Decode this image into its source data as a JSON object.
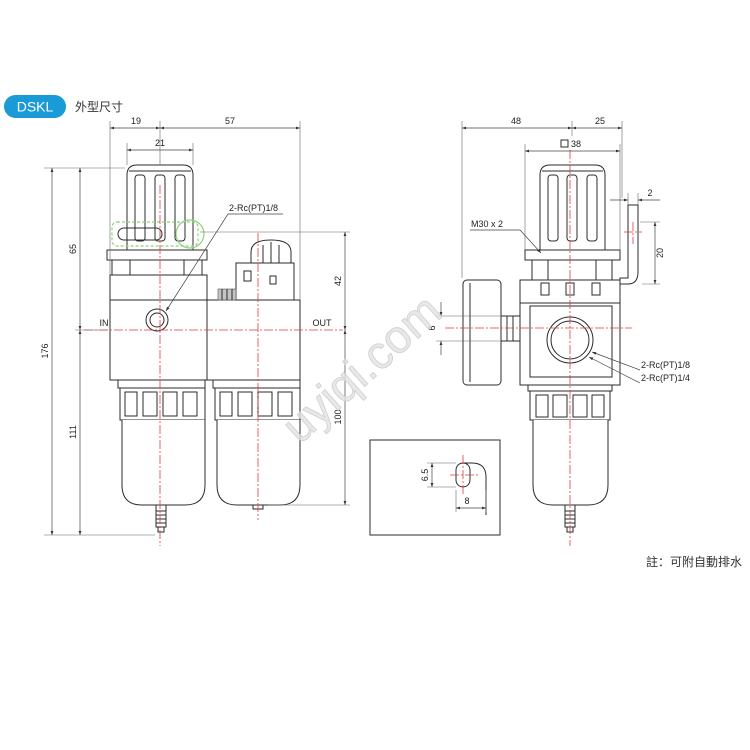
{
  "header": {
    "badge": "DSKL",
    "title": "外型尺寸"
  },
  "front_view": {
    "width_19": "19",
    "width_57": "57",
    "knob_21": "21",
    "height_65": "65",
    "height_176": "176",
    "height_111": "111",
    "height_42": "42",
    "height_100": "100",
    "port_label": "2-Rc(PT)1/8",
    "in_label": "IN",
    "out_label": "OUT"
  },
  "side_view": {
    "depth_48": "48",
    "depth_25": "25",
    "square_38": "38",
    "bracket_2": "2",
    "bracket_20": "20",
    "gauge_6": "6",
    "thread_label": "M30 x 2",
    "port_labels": [
      "2-Rc(PT)1/8",
      "2-Rc(PT)1/4"
    ]
  },
  "detail": {
    "slot_height": "6.5",
    "slot_width": "8"
  },
  "watermark": "uyiqi.com",
  "note": "註：可附自動排水",
  "colors": {
    "badge": "#1a9ad6",
    "centerline": "#e2383f",
    "lock_highlight": "#8fd17f"
  }
}
